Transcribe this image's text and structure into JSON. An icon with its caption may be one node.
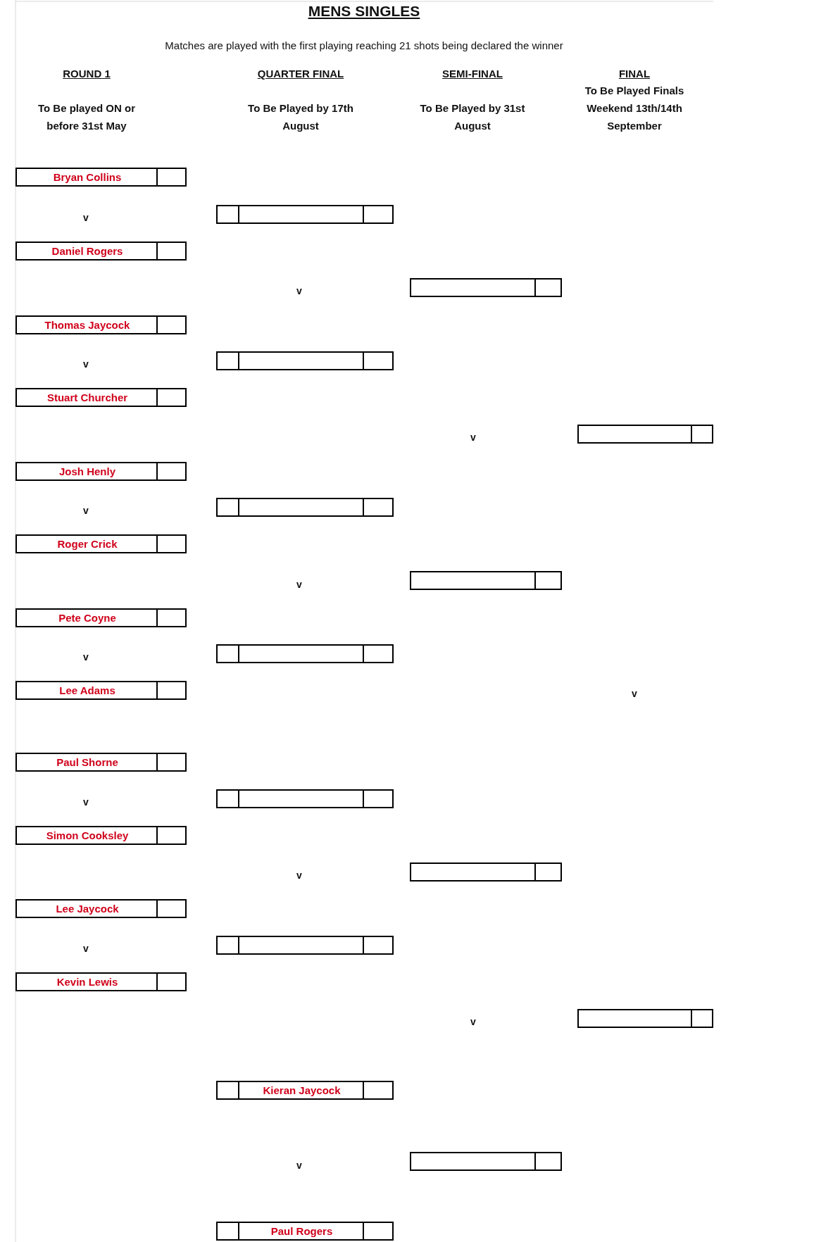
{
  "diagram": {
    "title": "MENS SINGLES",
    "nodes": [
      {
        "text": [
          "Bryan Collins"
        ]
      },
      {
        "text": [
          "Daniel Rogers"
        ]
      },
      {
        "text": [
          "Thomas Jaycock"
        ]
      },
      {
        "text": [
          "Stuart Churcher"
        ]
      },
      {
        "text": [
          "Josh Henly"
        ]
      },
      {
        "text": [
          "Roger Crick"
        ]
      },
      {
        "text": [
          "Pete Coyne"
        ]
      },
      {
        "text": [
          "Lee Adams"
        ]
      },
      {
        "text": [
          "Paul Shorne"
        ]
      },
      {
        "text": [
          "Simon Cooksley"
        ]
      },
      {
        "text": [
          "Lee Jaycock"
        ]
      },
      {
        "text": [
          "Kevin Lewis"
        ]
      },
      {
        "text": [],
        "shape": "box"
      },
      {
        "text": [],
        "shape": "box"
      },
      {
        "text": [],
        "shape": "box"
      },
      {
        "text": [],
        "shape": "box"
      },
      {
        "text": [],
        "shape": "box"
      },
      {
        "text": [],
        "shape": "box"
      },
      {
        "text": [
          "Kieran Jaycock"
        ]
      },
      {
        "text": [
          "Paul Rogers"
        ]
      },
      {
        "text": [],
        "shape": "box"
      },
      {
        "text": [],
        "shape": "box"
      },
      {
        "text": [],
        "shape": "box"
      },
      {
        "text": [],
        "shape": "box"
      },
      {
        "text": [],
        "shape": "box"
      },
      {
        "text": [],
        "shape": "box"
      }
    ],
    "labels": [
      "Matches are played with the first playing reaching 21 shots being declared the winner",
      "ROUND 1",
      "QUARTER FINAL",
      "SEMI-FINAL",
      "FINAL",
      "To Be played ON or before 31st May",
      "To Be Played by 17th August",
      "To Be Played by 31st August",
      "To Be Played Finals Weekend 13th/14th September",
      "v",
      "v",
      "v",
      "v",
      "v",
      "v",
      "v",
      "v",
      "v",
      "v",
      "v",
      "v",
      "v"
    ]
  }
}
